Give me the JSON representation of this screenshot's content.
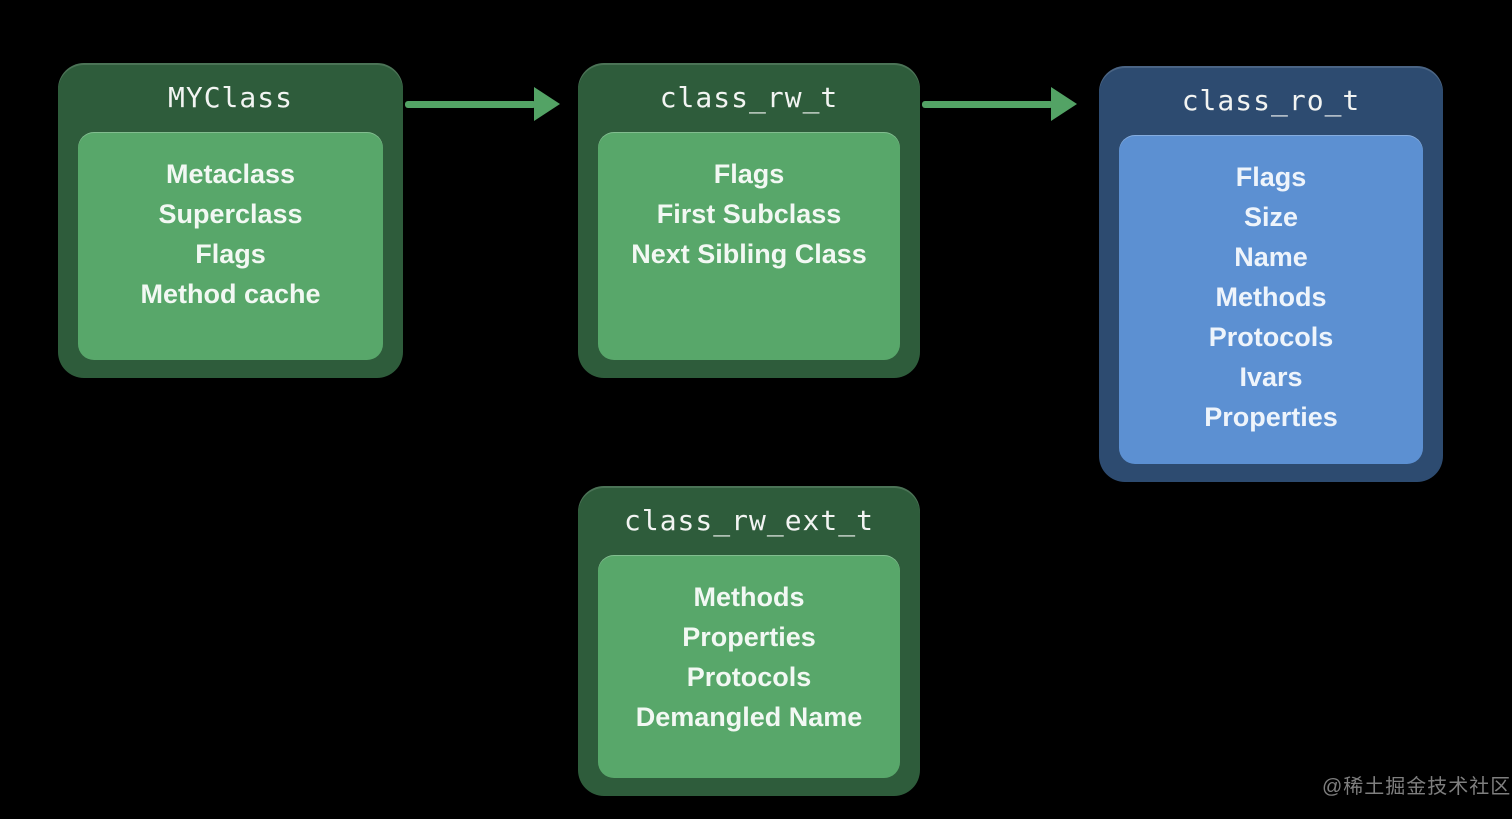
{
  "diagram": {
    "background_color": "#000000",
    "colors": {
      "node_green_outer": "#2e5c3b",
      "node_green_inner": "#58a76a",
      "node_blue_outer": "#2d4b70",
      "node_blue_inner": "#5c90d2",
      "arrow_green": "#53a365",
      "title_text": "#f2f4f2",
      "field_text": "#f2f8f3",
      "watermark_text": "#7f7f7f"
    },
    "nodes": [
      {
        "id": "myclass",
        "title": "MYClass",
        "color_scheme": "green",
        "fields": [
          "Metaclass",
          "Superclass",
          "Flags",
          "Method cache"
        ]
      },
      {
        "id": "class_rw_t",
        "title": "class_rw_t",
        "color_scheme": "green",
        "fields": [
          "Flags",
          "First Subclass",
          "Next Sibling Class"
        ]
      },
      {
        "id": "class_ro_t",
        "title": "class_ro_t",
        "color_scheme": "blue",
        "fields": [
          "Flags",
          "Size",
          "Name",
          "Methods",
          "Protocols",
          "Ivars",
          "Properties"
        ]
      },
      {
        "id": "class_rw_ext_t",
        "title": "class_rw_ext_t",
        "color_scheme": "green",
        "fields": [
          "Methods",
          "Properties",
          "Protocols",
          "Demangled Name"
        ]
      }
    ],
    "arrows": [
      {
        "id": "arrow-1",
        "from": "myclass",
        "to": "class_rw_t"
      },
      {
        "id": "arrow-2",
        "from": "class_rw_t",
        "to": "class_ro_t"
      }
    ],
    "watermark": "@稀土掘金技术社区"
  }
}
